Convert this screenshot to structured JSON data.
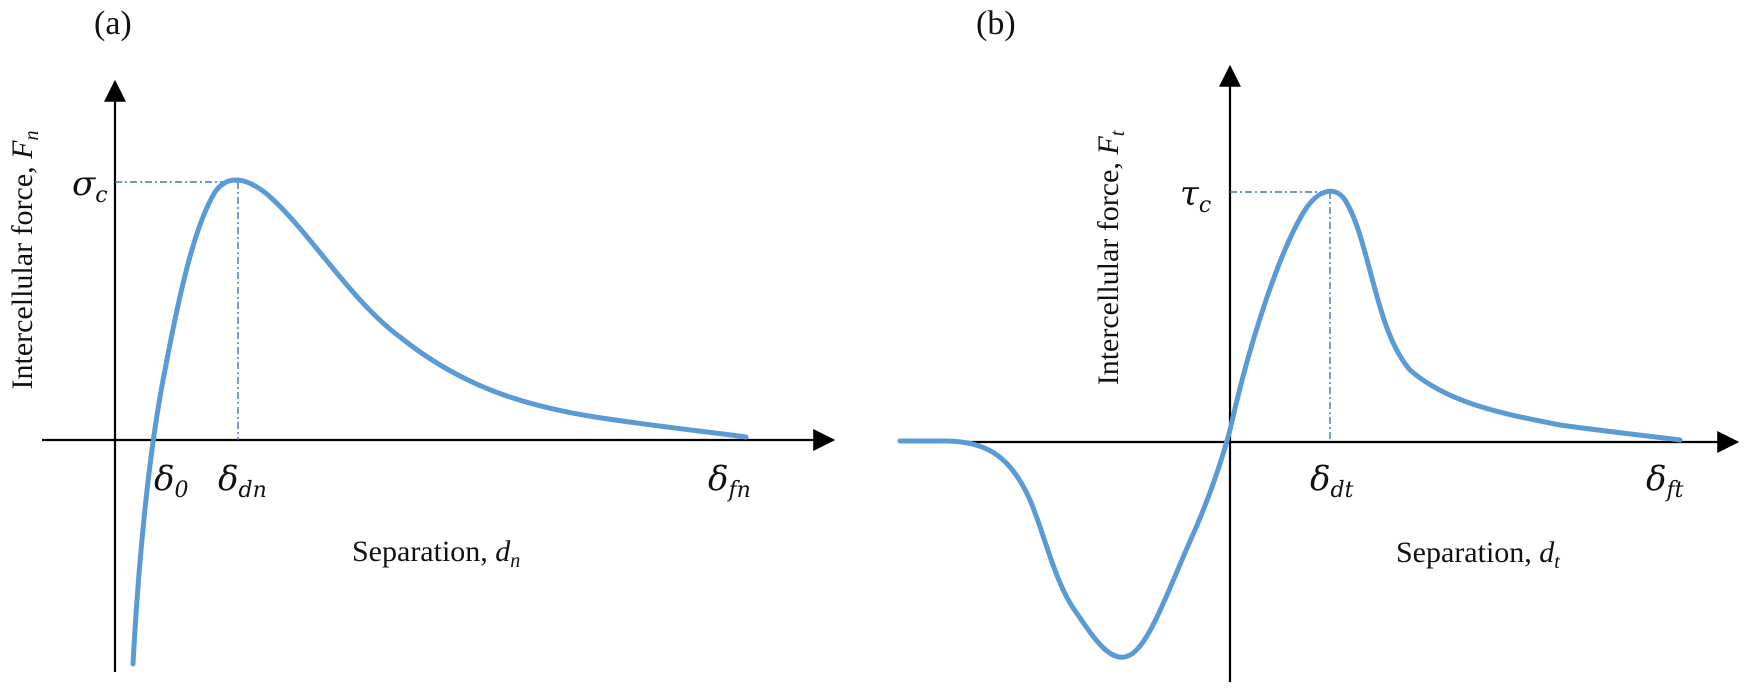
{
  "panels": [
    {
      "id": "a",
      "label": "(a)",
      "y_axis_title": "Intercellular force, ",
      "y_axis_var": "F",
      "y_axis_sub": "n",
      "x_axis_title": "Separation, ",
      "x_axis_var": "d",
      "x_axis_sub": "n",
      "peak_label": {
        "sym": "σ",
        "sub": "c"
      },
      "x_marks": [
        {
          "sym": "δ",
          "sub": "0"
        },
        {
          "sym": "δ",
          "sub": "dn"
        },
        {
          "sym": "δ",
          "sub": "fn"
        }
      ]
    },
    {
      "id": "b",
      "label": "(b)",
      "y_axis_title": "Intercellular force, ",
      "y_axis_var": "F",
      "y_axis_sub": "t",
      "x_axis_title": "Separation, ",
      "x_axis_var": "d",
      "x_axis_sub": "t",
      "peak_label": {
        "sym": "τ",
        "sub": "c"
      },
      "x_marks": [
        {
          "sym": "δ",
          "sub": "dt"
        },
        {
          "sym": "δ",
          "sub": "ft"
        }
      ]
    }
  ],
  "colors": {
    "curve": "#5b9bd5",
    "guide": "#4472c4",
    "axis": "#000000"
  }
}
